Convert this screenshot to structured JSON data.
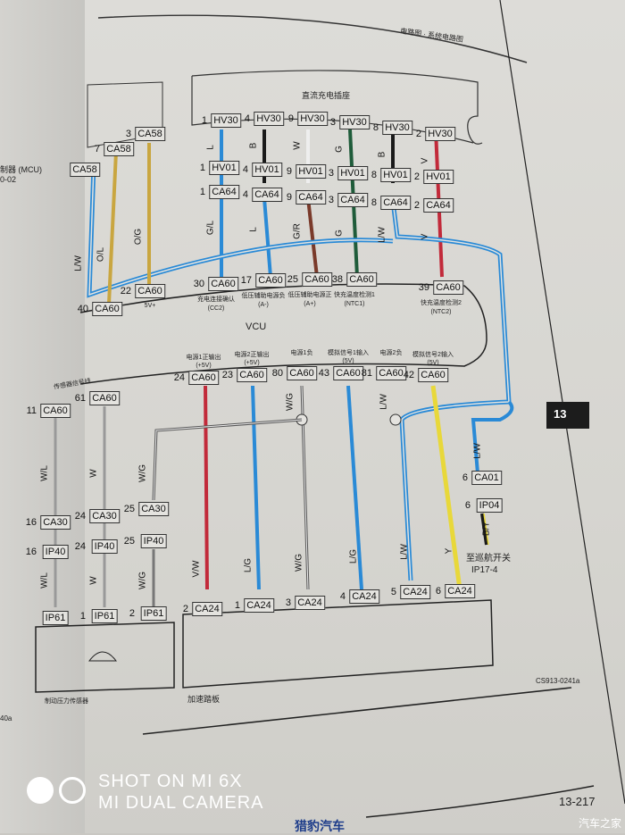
{
  "header": {
    "section_title": "电路图 · 系统电路图",
    "section_number": "13"
  },
  "charger": {
    "title": "直流充电插座"
  },
  "vcu": {
    "title": "VCU"
  },
  "top_hv30": [
    {
      "pin": "1",
      "id": "HV30",
      "wire": "L"
    },
    {
      "pin": "4",
      "id": "HV30",
      "wire": "B"
    },
    {
      "pin": "9",
      "id": "HV30",
      "wire": "W"
    },
    {
      "pin": "3",
      "id": "HV30",
      "wire": "G"
    },
    {
      "pin": "8",
      "id": "HV30",
      "wire": "B"
    },
    {
      "pin": "2",
      "id": "HV30",
      "wire": "V"
    }
  ],
  "hv01": [
    {
      "pin": "1",
      "id": "HV01"
    },
    {
      "pin": "4",
      "id": "HV01"
    },
    {
      "pin": "9",
      "id": "HV01"
    },
    {
      "pin": "3",
      "id": "HV01"
    },
    {
      "pin": "8",
      "id": "HV01"
    },
    {
      "pin": "2",
      "id": "HV01"
    }
  ],
  "ca64": [
    {
      "pin": "1",
      "id": "CA64",
      "wire": "G/L"
    },
    {
      "pin": "4",
      "id": "CA64",
      "wire": "L"
    },
    {
      "pin": "9",
      "id": "CA64",
      "wire": "G/R"
    },
    {
      "pin": "3",
      "id": "CA64",
      "wire": "G"
    },
    {
      "pin": "8",
      "id": "CA64",
      "wire": "L/W"
    },
    {
      "pin": "2",
      "id": "CA64",
      "wire": "V"
    }
  ],
  "vcu_top": [
    {
      "pin": "30",
      "id": "CA60",
      "func": "充电连接确认",
      "sig": "(CC2)"
    },
    {
      "pin": "17",
      "id": "CA60",
      "func": "低压辅助电源负",
      "sig": "(A-)"
    },
    {
      "pin": "25",
      "id": "CA60",
      "func": "低压辅助电源正",
      "sig": "(A+)"
    },
    {
      "pin": "38",
      "id": "CA60",
      "func": "快充温度检测1",
      "sig": "(NTC1)"
    },
    {
      "pin": "39",
      "id": "CA60",
      "func": "快充温度检测2",
      "sig": "(NTC2)"
    }
  ],
  "left_top": {
    "ca58_a": {
      "pin": "7",
      "id": "CA58"
    },
    "ca58_b": {
      "pin": "3",
      "id": "CA58"
    },
    "ca58_c": {
      "pin": "",
      "id": "CA58"
    },
    "wire_a": "O/L",
    "wire_b": "O/G",
    "wire_c": "L/W",
    "vcu_a": {
      "pin": "40",
      "id": "CA60"
    },
    "vcu_b": {
      "pin": "22",
      "id": "CA60",
      "sig": "5V+"
    }
  },
  "vcu_bottom": [
    {
      "pin": "24",
      "id": "CA60",
      "func": "电源1正输出",
      "sig": "(+5V)"
    },
    {
      "pin": "23",
      "id": "CA60",
      "func": "电源2正输出",
      "sig": "(+5V)"
    },
    {
      "pin": "80",
      "id": "CA60",
      "func": "电源1负",
      "sig": ""
    },
    {
      "pin": "43",
      "id": "CA60",
      "func": "模拟信号1输入",
      "sig": "(5V)"
    },
    {
      "pin": "81",
      "id": "CA60",
      "func": "电源2负",
      "sig": ""
    },
    {
      "pin": "42",
      "id": "CA60",
      "func": "模拟信号2输入",
      "sig": "(5V)"
    }
  ],
  "pedal": {
    "title": "加速踏板",
    "pins": [
      {
        "pin": "2",
        "id": "CA24",
        "wire": "V/W"
      },
      {
        "pin": "1",
        "id": "CA24",
        "wire": "L/G"
      },
      {
        "pin": "3",
        "id": "CA24",
        "wire": "W/G"
      },
      {
        "pin": "4",
        "id": "CA24",
        "wire": "L/G"
      },
      {
        "pin": "5",
        "id": "CA24",
        "wire": "L/W"
      },
      {
        "pin": "6",
        "id": "CA24",
        "wire": "Y"
      }
    ],
    "upper_wire_labels": [
      "W/G",
      "L/W"
    ]
  },
  "cruise": {
    "ca01": {
      "pin": "6",
      "id": "CA01"
    },
    "ip04": {
      "pin": "6",
      "id": "IP04"
    },
    "wire_top": "L/W",
    "wire_bottom": "B/Y",
    "dest": "至巡航开关",
    "dest_ref": "IP17-4"
  },
  "brake_sensor": {
    "title": "制动压力传感器",
    "vcu_label": "传感器信号线",
    "vcu_a": {
      "pin": "11",
      "id": "CA60"
    },
    "vcu_b": {
      "pin": "61",
      "id": "CA60"
    },
    "ca30": [
      {
        "pin": "16",
        "id": "CA30"
      },
      {
        "pin": "24",
        "id": "CA30"
      },
      {
        "pin": "25",
        "id": "CA30"
      }
    ],
    "ip40": [
      {
        "pin": "16",
        "id": "IP40"
      },
      {
        "pin": "24",
        "id": "IP40"
      },
      {
        "pin": "25",
        "id": "IP40"
      }
    ],
    "ip61": [
      {
        "pin": "",
        "id": "IP61"
      },
      {
        "pin": "1",
        "id": "IP61"
      },
      {
        "pin": "2",
        "id": "IP61"
      }
    ],
    "wires": [
      "W/L",
      "W",
      "W/G"
    ]
  },
  "figure_code": "CS913-0241a",
  "page_number": "13-217",
  "publisher_logo": "猎豹汽车",
  "camera_watermark": {
    "line1": "SHOT ON MI 6X",
    "line2": "MI DUAL CAMERA"
  },
  "site_watermark": "汽车之家",
  "left_page": {
    "text": "制器 (MCU)",
    "code": "0-02",
    "fig": "40a"
  },
  "colors": {
    "blue": "#2a8ad6",
    "yellow": "#e8d83a",
    "red": "#c22a3a",
    "green": "#1f5c3a",
    "black": "#1a1a1a",
    "gold": "#c9a640"
  }
}
